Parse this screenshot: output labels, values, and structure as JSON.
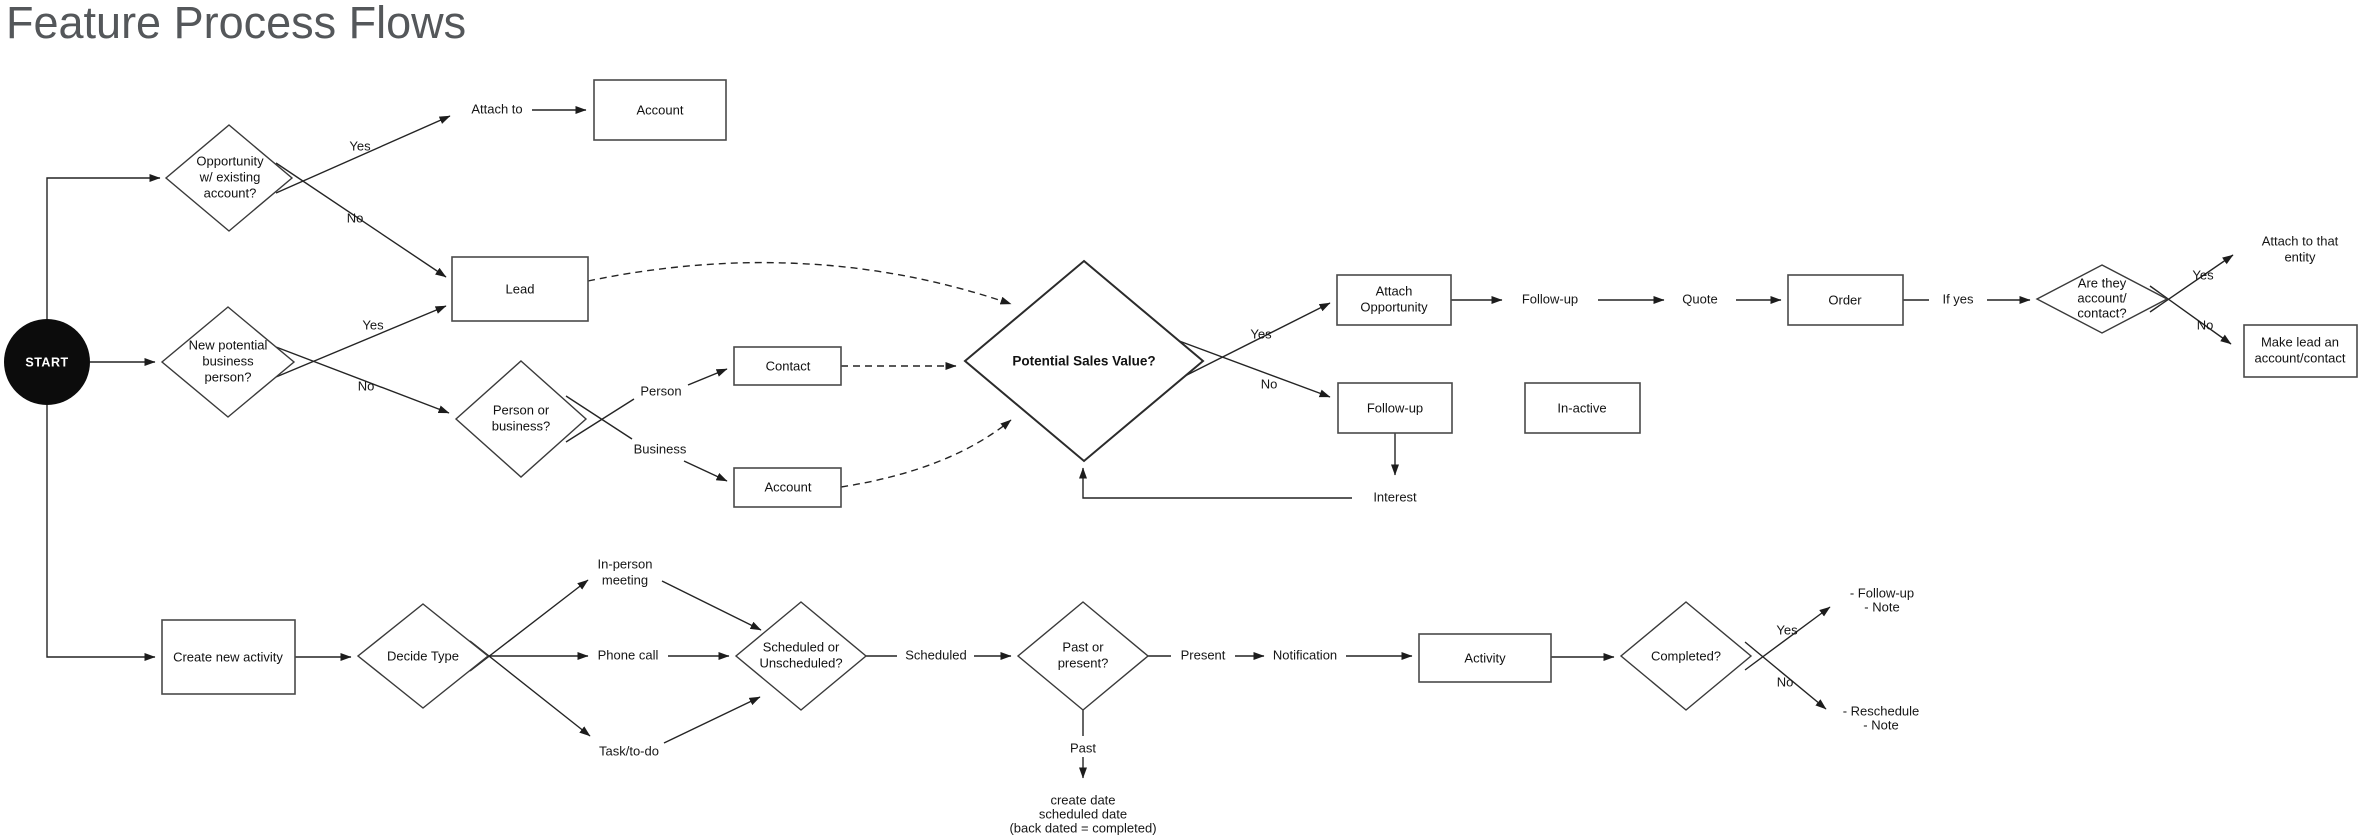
{
  "title": "Feature Process Flows",
  "colors": {
    "accent_fill": "#b5e7f5",
    "line": "#242424",
    "text": "#111111",
    "title_text": "#54575a"
  },
  "nodes": {
    "start": {
      "label": "START"
    },
    "opportunity": {
      "lines": [
        "Opportunity",
        "w/ existing",
        "account?"
      ]
    },
    "account_top": {
      "label": "Account"
    },
    "lead": {
      "label": "Lead"
    },
    "new_potential": {
      "lines": [
        "New potential",
        "business",
        "person?"
      ]
    },
    "person_business": {
      "lines": [
        "Person or",
        "business?"
      ]
    },
    "contact": {
      "label": "Contact"
    },
    "account_lower": {
      "label": "Account"
    },
    "psv": {
      "label": "Potential Sales Value?"
    },
    "attach_opportunity": {
      "lines": [
        "Attach",
        "Opportunity"
      ]
    },
    "order": {
      "label": "Order"
    },
    "are_they": {
      "lines": [
        "Are they",
        "account/",
        "contact?"
      ]
    },
    "make_lead": {
      "lines": [
        "Make lead an",
        "account/contact"
      ]
    },
    "follow_up_box": {
      "label": "Follow-up"
    },
    "inactive": {
      "label": "In-active"
    },
    "create_activity": {
      "label": "Create new activity"
    },
    "decide_type": {
      "label": "Decide Type"
    },
    "sched_unsched": {
      "lines": [
        "Scheduled or",
        "Unscheduled?"
      ]
    },
    "past_present": {
      "lines": [
        "Past or",
        "present?"
      ]
    },
    "activity": {
      "label": "Activity"
    },
    "completed": {
      "label": "Completed?"
    }
  },
  "edge_labels": {
    "attach_to": "Attach to",
    "opp_yes": "Yes",
    "opp_no": "No",
    "np_yes": "Yes",
    "np_no": "No",
    "person": "Person",
    "business": "Business",
    "psv_yes": "Yes",
    "psv_no": "No",
    "follow_up": "Follow-up",
    "quote": "Quote",
    "if_yes": "If yes",
    "at_yes": "Yes",
    "at_no": "No",
    "attach_entity": [
      "Attach to that",
      "entity"
    ],
    "interest": "Interest",
    "in_person": [
      "In-person",
      "meeting"
    ],
    "phone_call": "Phone call",
    "task_todo": "Task/to-do",
    "scheduled": "Scheduled",
    "present": "Present",
    "past": "Past",
    "notification": "Notification",
    "comp_yes": "Yes",
    "comp_no": "No",
    "follow_up_note": [
      "- Follow-up",
      "- Note"
    ],
    "reschedule_note": [
      "- Reschedule",
      "- Note"
    ],
    "create_date": [
      "create date",
      "scheduled date",
      "(back dated = completed)"
    ]
  }
}
